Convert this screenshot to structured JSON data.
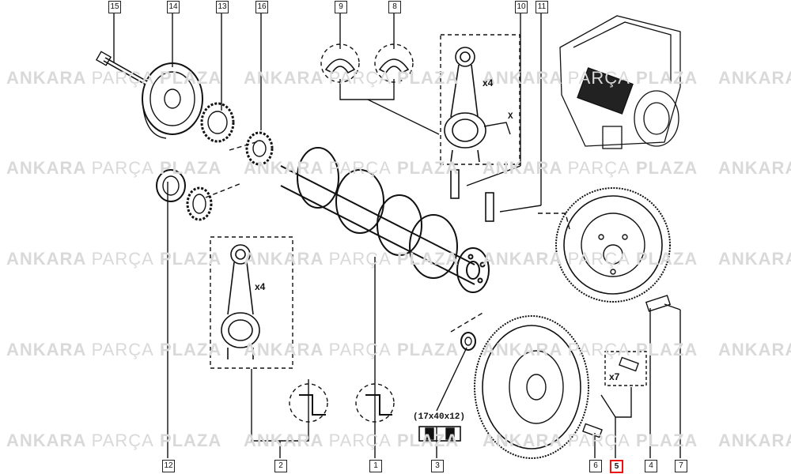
{
  "watermark": {
    "bold": "ANKARA",
    "light": "PARÇA",
    "bold2": "PLAZA"
  },
  "callouts": {
    "c15": "15",
    "c14": "14",
    "c13": "13",
    "c16": "16",
    "c9": "9",
    "c8": "8",
    "c10": "10",
    "c11": "11",
    "c12": "12",
    "c2": "2",
    "c1": "1",
    "c3": "3",
    "c6": "6",
    "c5": "5",
    "c4": "4",
    "c7": "7"
  },
  "labels": {
    "qty_top_rod": "x4",
    "qty_bottom_rod": "x4",
    "qty_bolts": "x7",
    "dim_x": "X",
    "dim_bearing": "(17x40x12)"
  },
  "colors": {
    "highlight": "#e11111",
    "watermark": "#d9d9d9",
    "line": "#111111"
  }
}
